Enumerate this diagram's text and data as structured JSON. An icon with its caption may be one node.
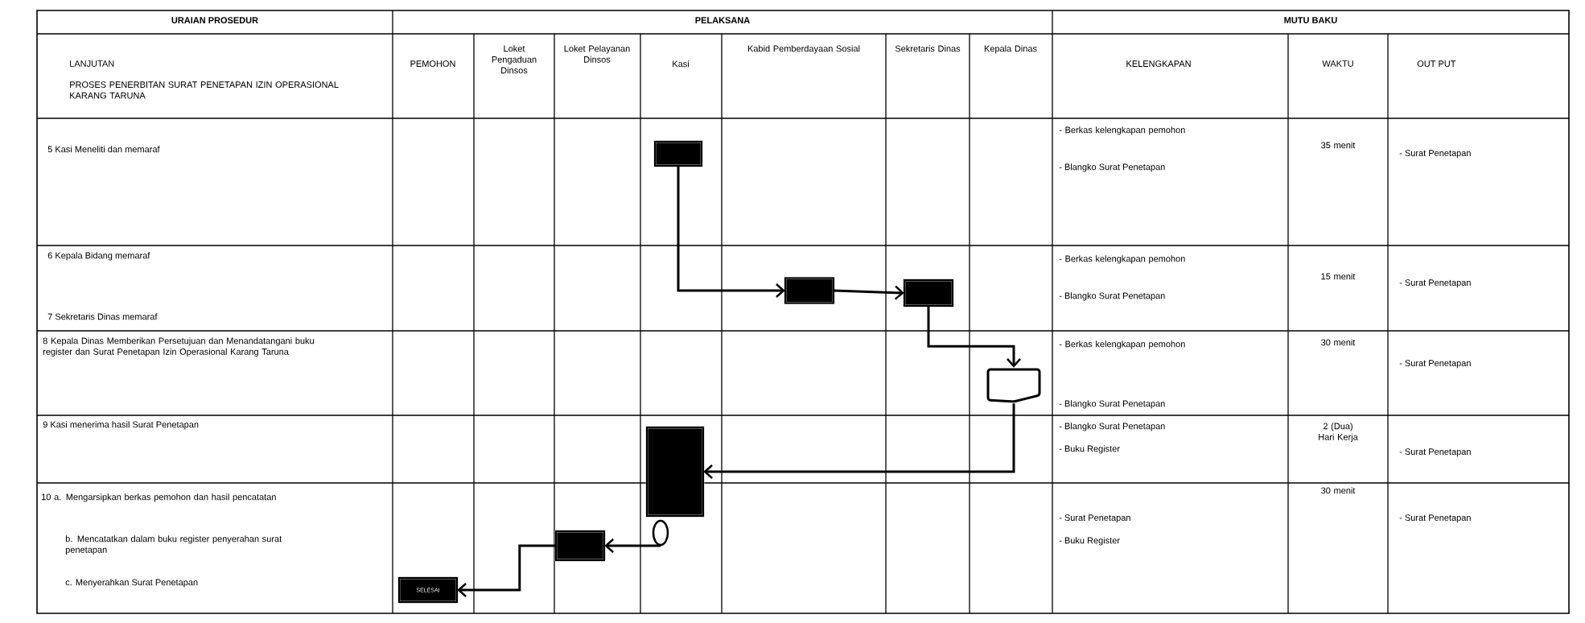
{
  "diagram": {
    "nodes": [
      {
        "text": [],
        "shape": "box"
      },
      {
        "text": [],
        "shape": "box"
      },
      {
        "text": [],
        "shape": "box"
      },
      {
        "text": [],
        "shape": "document"
      },
      {
        "text": [],
        "shape": "box"
      },
      {
        "text": [],
        "shape": "oval"
      },
      {
        "text": [],
        "shape": "box"
      },
      {
        "text": [
          "SELESAI"
        ]
      }
    ],
    "edges": [
      {
        "from": 0,
        "to": 1,
        "arrow": "to"
      },
      {
        "from": 1,
        "to": 2,
        "arrow": "to"
      },
      {
        "from": 2,
        "to": 3,
        "arrow": "to"
      },
      {
        "from": 3,
        "to": 4,
        "arrow": "to"
      },
      {
        "from": 5,
        "to": 6,
        "arrow": "to"
      },
      {
        "from": 6,
        "to": 7,
        "arrow": "to"
      }
    ],
    "labels": [
      "URAIAN PROSEDUR",
      "PELAKSANA",
      "MUTU BAKU",
      "LANJUTAN",
      "PROSES PENERBITAN SURAT PENETAPAN IZIN OPERASIONAL KARANG TARUNA",
      "PEMOHON",
      "Loket Pengaduan Dinsos",
      "Loket Pelayanan Dinsos",
      "Kasi",
      "Kabid Pemberdayaan Sosial",
      "Sekretaris Dinas",
      "Kepala Dinas",
      "KELENGKAPAN",
      "WAKTU",
      "OUT PUT",
      "5 Kasi Meneliti dan memaraf",
      "- Berkas kelengkapan pemohon",
      "- Blangko Surat Penetapan",
      "35 menit",
      "- Surat Penetapan",
      "6 Kepala Bidang memaraf",
      "7 Sekretaris Dinas memaraf",
      "- Berkas kelengkapan pemohon",
      "- Blangko Surat Penetapan",
      "15 menit",
      "- Surat Penetapan",
      "8 Kepala Dinas Memberikan Persetujuan dan Menandatangani buku register dan Surat Penetapan Izin Operasional Karang Taruna",
      "- Berkas kelengkapan pemohon",
      "- Blangko Surat Penetapan",
      "30 menit",
      "- Surat Penetapan",
      "9 Kasi menerima hasil Surat Penetapan",
      "- Blangko Surat Penetapan",
      "- Buku Register",
      "2 (Dua) Hari Kerja",
      "- Surat Penetapan",
      "10 a. Mengarsipkan berkas pemohon dan hasil pencatatan",
      "b. Mencatatkan dalam buku register penyerahan surat penetapan",
      "c. Menyerahkan Surat Penetapan",
      "- Surat Penetapan",
      "- Buku Register",
      "30 menit",
      "- Surat Penetapan"
    ]
  }
}
